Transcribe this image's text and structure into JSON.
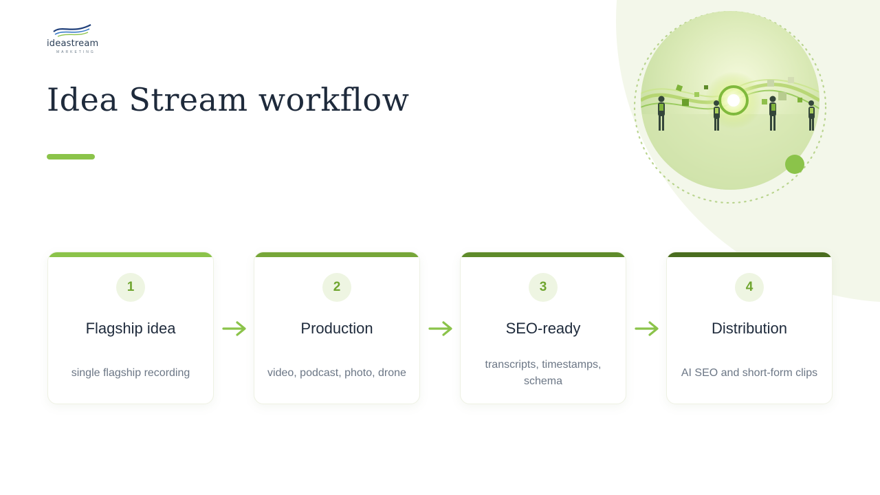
{
  "logo": {
    "word": "ideastream",
    "sub": "MARKETING"
  },
  "title": "Idea Stream workflow",
  "accent_color": "#8bc34a",
  "steps": [
    {
      "number": "1",
      "title": "Flagship idea",
      "desc": "single flagship recording",
      "bar_color": "#8bc34a"
    },
    {
      "number": "2",
      "title": "Production",
      "desc": "video, podcast, photo, drone",
      "bar_color": "#76a638"
    },
    {
      "number": "3",
      "title": "SEO-ready",
      "desc": "transcripts, timestamps, schema",
      "bar_color": "#5e8b2a"
    },
    {
      "number": "4",
      "title": "Distribution",
      "desc": "AI SEO and short-form clips",
      "bar_color": "#4a6d1f"
    }
  ]
}
